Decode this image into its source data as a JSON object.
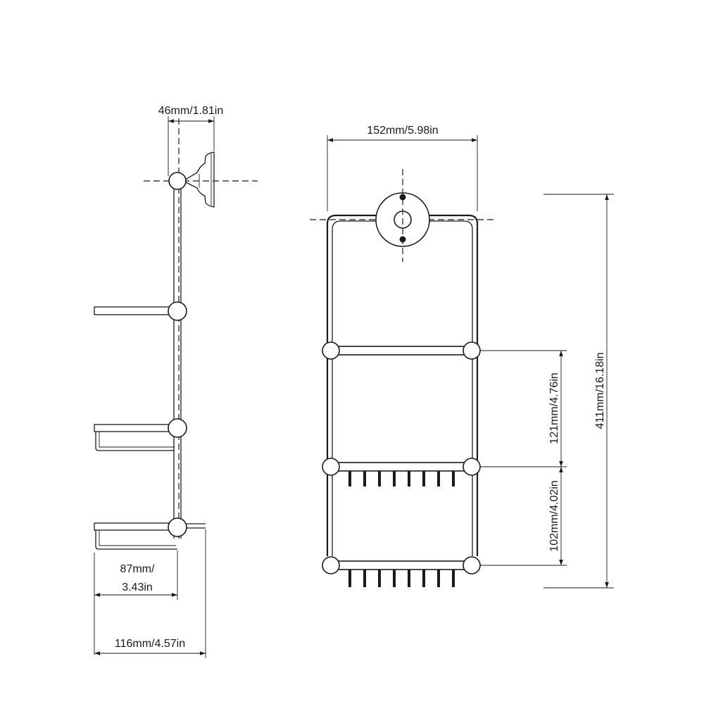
{
  "dimensions": {
    "side_mount_depth": "46mm/1.81in",
    "top_width": "152mm/5.98in",
    "total_height": "411mm/16.18in",
    "shelf_spacing_upper": "121mm/4.76in",
    "shelf_spacing_lower": "102mm/4.02in",
    "basket_depth_line1": "87mm/",
    "basket_depth_line2": "3.43in",
    "overall_depth": "116mm/4.57in"
  },
  "views": [
    "side-view",
    "front-view"
  ]
}
